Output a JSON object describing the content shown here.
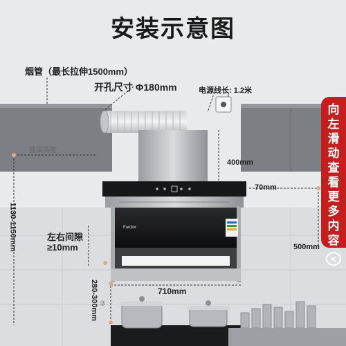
{
  "title": "安装示意图",
  "labels": {
    "duct": "烟管（最长拉伸1500mm）",
    "hole": "开孔尺寸 Φ180mm",
    "power": "电源线长: 1.2米",
    "hanger": "挂架高度",
    "height_400": "400mm",
    "height_70": "70mm",
    "depth_500": "500mm",
    "side_gap": "左右间隙",
    "side_gap_value": "≥10mm",
    "width_710": "710mm",
    "mount_height": "1130-1150mm",
    "stove_gap": "280-300mm",
    "marker": "②",
    "brand": "Fardior"
  },
  "side_button": {
    "chars": [
      "向",
      "左",
      "滑",
      "动",
      "查",
      "看",
      "更",
      "多",
      "内",
      "容"
    ],
    "arrow": "<"
  },
  "colors": {
    "accent": "#c41e1e",
    "cabinet": "#7c7f83",
    "wall": "#e9eaec"
  }
}
